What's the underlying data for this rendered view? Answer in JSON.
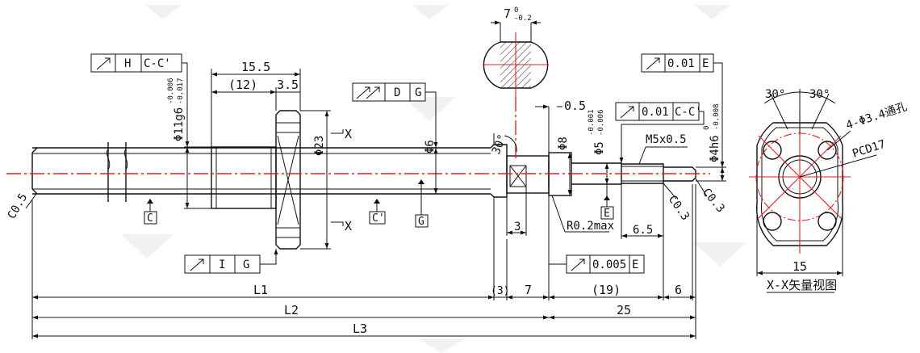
{
  "colors": {
    "outline": "#111111",
    "centerline": "#e02020",
    "background": "#ffffff"
  },
  "flats": {
    "top": "7",
    "tol_upper": "0",
    "tol_lower": "-0.2"
  },
  "frames": {
    "h_tol": "H",
    "h_datum": "C-C'",
    "d_tol": "D",
    "d_datum": "G",
    "i_tol": "I",
    "i_datum": "G",
    "e_runout": "0.01",
    "e_datum": "E",
    "cc_runout": "0.01",
    "cc_datum": "C-C'",
    "e005_runout": "0.005",
    "e005_datum": "E"
  },
  "dims": {
    "flange_len": "15.5",
    "nut_len": "(12)",
    "flange_thk": "3.5",
    "nut_dia_base": "Φ11g6",
    "nut_dia_upper": "-0.006",
    "nut_dia_lower": "-0.017",
    "flange_dia": "Φ23",
    "shaft_dia": "Φ6",
    "angle_30": "30°",
    "step_dia": "Φ8",
    "gap_05": "0.5",
    "seat_base": "Φ5",
    "seat_upper": "-0.001",
    "seat_lower": "-0.006",
    "thread": "M5x0.5",
    "end_base": "Φ4h6",
    "end_upper": "0",
    "end_lower": "-0.008",
    "chamfer_c05": "C0.5",
    "chamfer_c03a": "C0.3",
    "chamfer_c03b": "C0.3",
    "fillet": "R0.2max",
    "thread_len": "6.5",
    "width_3": "3",
    "L1": "L1",
    "L2": "L2",
    "L3": "L3",
    "len_3": "(3)",
    "len_7": "7",
    "len_19": "(19)",
    "len_6": "6",
    "len_25": "25"
  },
  "datums": {
    "c": "C",
    "c_prime": "C'",
    "g": "G",
    "e": "E"
  },
  "section": {
    "marker": "X",
    "angle_left": "30°",
    "angle_right": "30°",
    "holes": "4-Φ3.4通孔",
    "pcd": "PCD17",
    "width": "15",
    "caption": "X-X矢量视图"
  }
}
